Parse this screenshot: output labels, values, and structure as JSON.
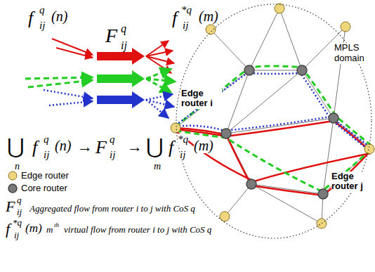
{
  "diagram": {
    "nodes": [
      {
        "text": [
          "MPLS domain"
        ]
      }
    ],
    "labels": [
      "f",
      "q",
      "ij",
      "(n)",
      "F",
      "q",
      "ij",
      "f",
      "*q",
      "ij",
      "(m)",
      "⋃",
      "n",
      "f",
      "q",
      "ij",
      "(n)",
      "→",
      "F",
      "q",
      "ij",
      "→",
      "⋃",
      "m",
      "f",
      "*q",
      "ij",
      "(m)",
      "F",
      "q",
      "ij",
      "Aggregated flow from router i to j with CoS q",
      "f",
      "*q",
      "ij",
      "(m)",
      "m",
      "th",
      "virtual flow from router i to j with CoS q",
      "Edge router i",
      "Edge router j"
    ],
    "legend": [
      {
        "text": "Edge router"
      },
      {
        "text": "Core router"
      }
    ]
  }
}
